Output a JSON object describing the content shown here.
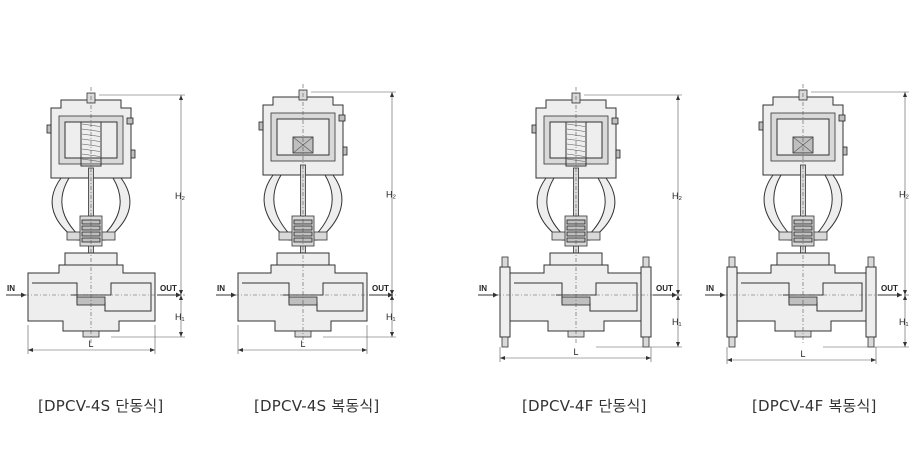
{
  "labels": {
    "in": "IN",
    "out": "OUT",
    "length": "L",
    "h1": "H₁",
    "h2": "H₂"
  },
  "valves": [
    {
      "caption": "[DPCV-4S 단동식]",
      "connection": "screwed",
      "actuator": "single"
    },
    {
      "caption": "[DPCV-4S 복동식]",
      "connection": "screwed",
      "actuator": "double"
    },
    {
      "caption": "[DPCV-4F 단동식]",
      "connection": "flanged",
      "actuator": "single"
    },
    {
      "caption": "[DPCV-4F 복동식]",
      "connection": "flanged",
      "actuator": "double"
    }
  ]
}
